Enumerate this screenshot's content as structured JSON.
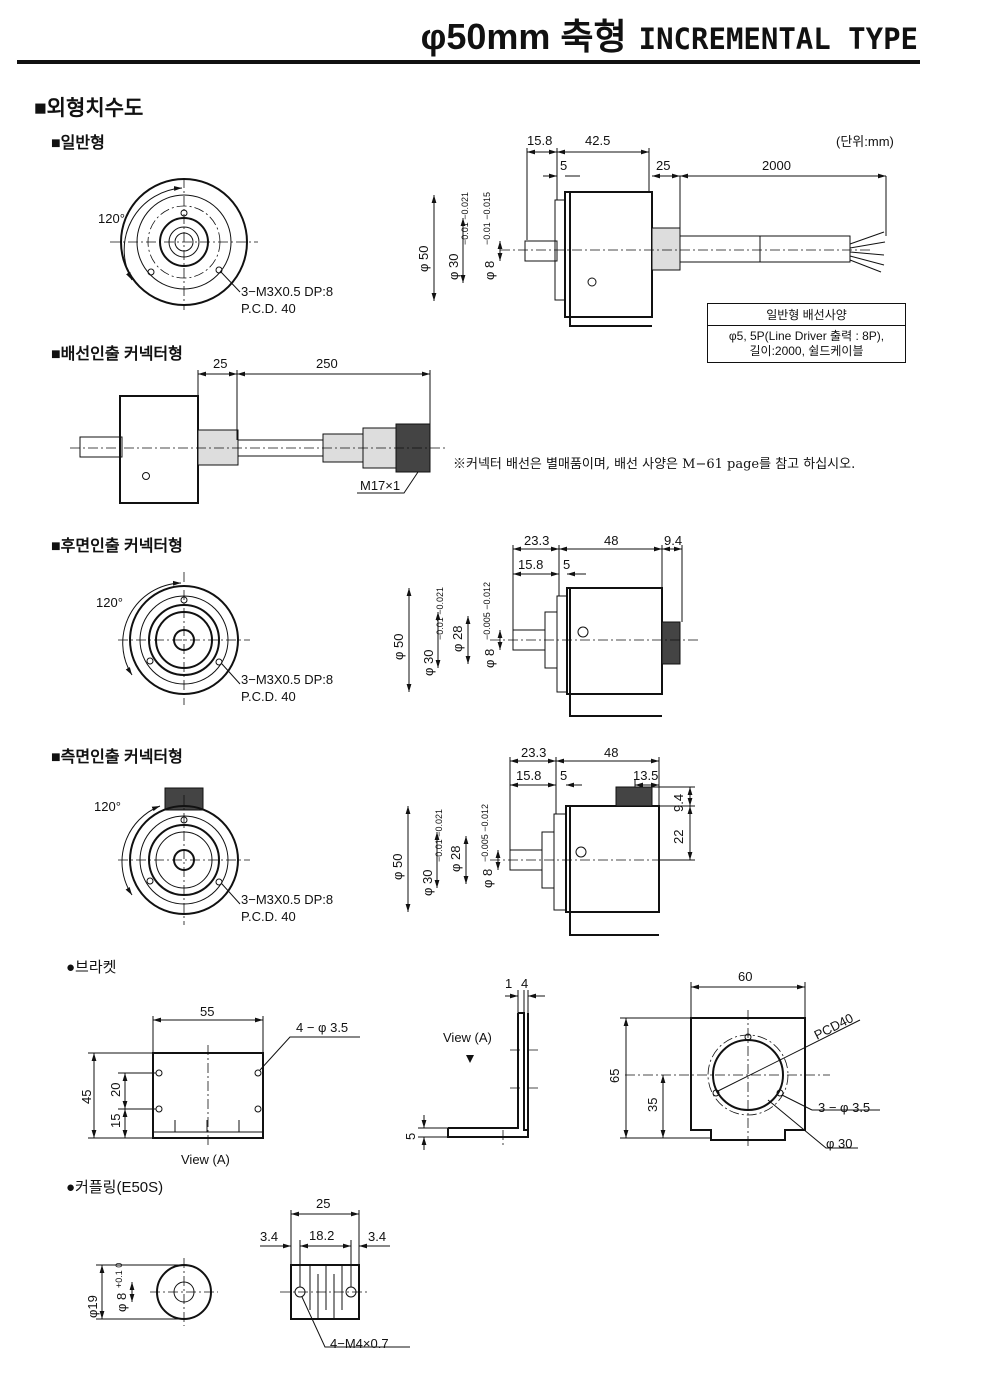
{
  "header": {
    "title_main": "φ50mm 축형",
    "title_type": "INCREMENTAL TYPE"
  },
  "section_title": "■외형치수도",
  "unit_note": "(단위:mm)",
  "general": {
    "heading": "■일반형",
    "angle": "120°",
    "hole_note": "3−M3X0.5 DP:8",
    "pcd": "P.C.D. 40",
    "dims": {
      "d15_8": "15.8",
      "d42_5": "42.5",
      "d5": "5",
      "d25": "25",
      "d2000": "2000",
      "phi50": "φ 50",
      "phi30": "φ 30",
      "phi30_tol": "−0.01 −0.021",
      "phi8": "φ 8",
      "phi8_tol": "−0.01 −0.015"
    },
    "wiring_title": "일반형 배선사양",
    "wiring_line1": "φ5, 5P(Line Driver 출력 : 8P),",
    "wiring_line2": "길이:2000, 쉴드케이블"
  },
  "cable_connector": {
    "heading": "■배선인출 커넥터형",
    "dims": {
      "d25": "25",
      "d250": "250"
    },
    "connector": "M17×1",
    "note": "※커넥터 배선은 별매품이며, 배선 사양은 M−61 page를 참고 하십시오."
  },
  "rear_connector": {
    "heading": "■후면인출 커넥터형",
    "angle": "120°",
    "hole_note": "3−M3X0.5 DP:8",
    "pcd": "P.C.D. 40",
    "dims": {
      "d23_3": "23.3",
      "d48": "48",
      "d9_4": "9.4",
      "d15_8": "15.8",
      "d5": "5",
      "phi50": "φ 50",
      "phi30": "φ 30",
      "phi30_tol": "−0.01 −0.021",
      "phi28": "φ 28",
      "phi8": "φ 8",
      "phi8_tol": "−0.005 −0.012"
    }
  },
  "side_connector": {
    "heading": "■측면인출 커넥터형",
    "angle": "120°",
    "hole_note": "3−M3X0.5 DP:8",
    "pcd": "P.C.D. 40",
    "dims": {
      "d23_3": "23.3",
      "d48": "48",
      "d15_8": "15.8",
      "d5": "5",
      "d13_5": "13.5",
      "d9_4": "9.4",
      "d22": "22",
      "phi50": "φ 50",
      "phi30": "φ 30",
      "phi30_tol": "−0.01 −0.021",
      "phi28": "φ 28",
      "phi8": "φ 8",
      "phi8_tol": "−0.005 −0.012"
    }
  },
  "bracket": {
    "heading": "●브라켓",
    "dims": {
      "d55": "55",
      "hole": "4 − φ 3.5",
      "d45": "45",
      "d20": "20",
      "d15": "15",
      "view_a": "View (A)",
      "d1": "1",
      "d4": "4",
      "d5": "5",
      "d60": "60",
      "d65": "65",
      "d35": "35",
      "pcd40": "PCD40",
      "holes3": "3 − φ 3.5",
      "phi30": "φ 30"
    }
  },
  "coupling": {
    "heading": "●커플링(E50S)",
    "dims": {
      "d25": "25",
      "d3_4a": "3.4",
      "d18_2": "18.2",
      "d3_4b": "3.4",
      "phi19": "φ19",
      "phi8": "φ 8",
      "phi8_tol": "+0.1 0",
      "screw": "4−M4×0.7"
    }
  }
}
